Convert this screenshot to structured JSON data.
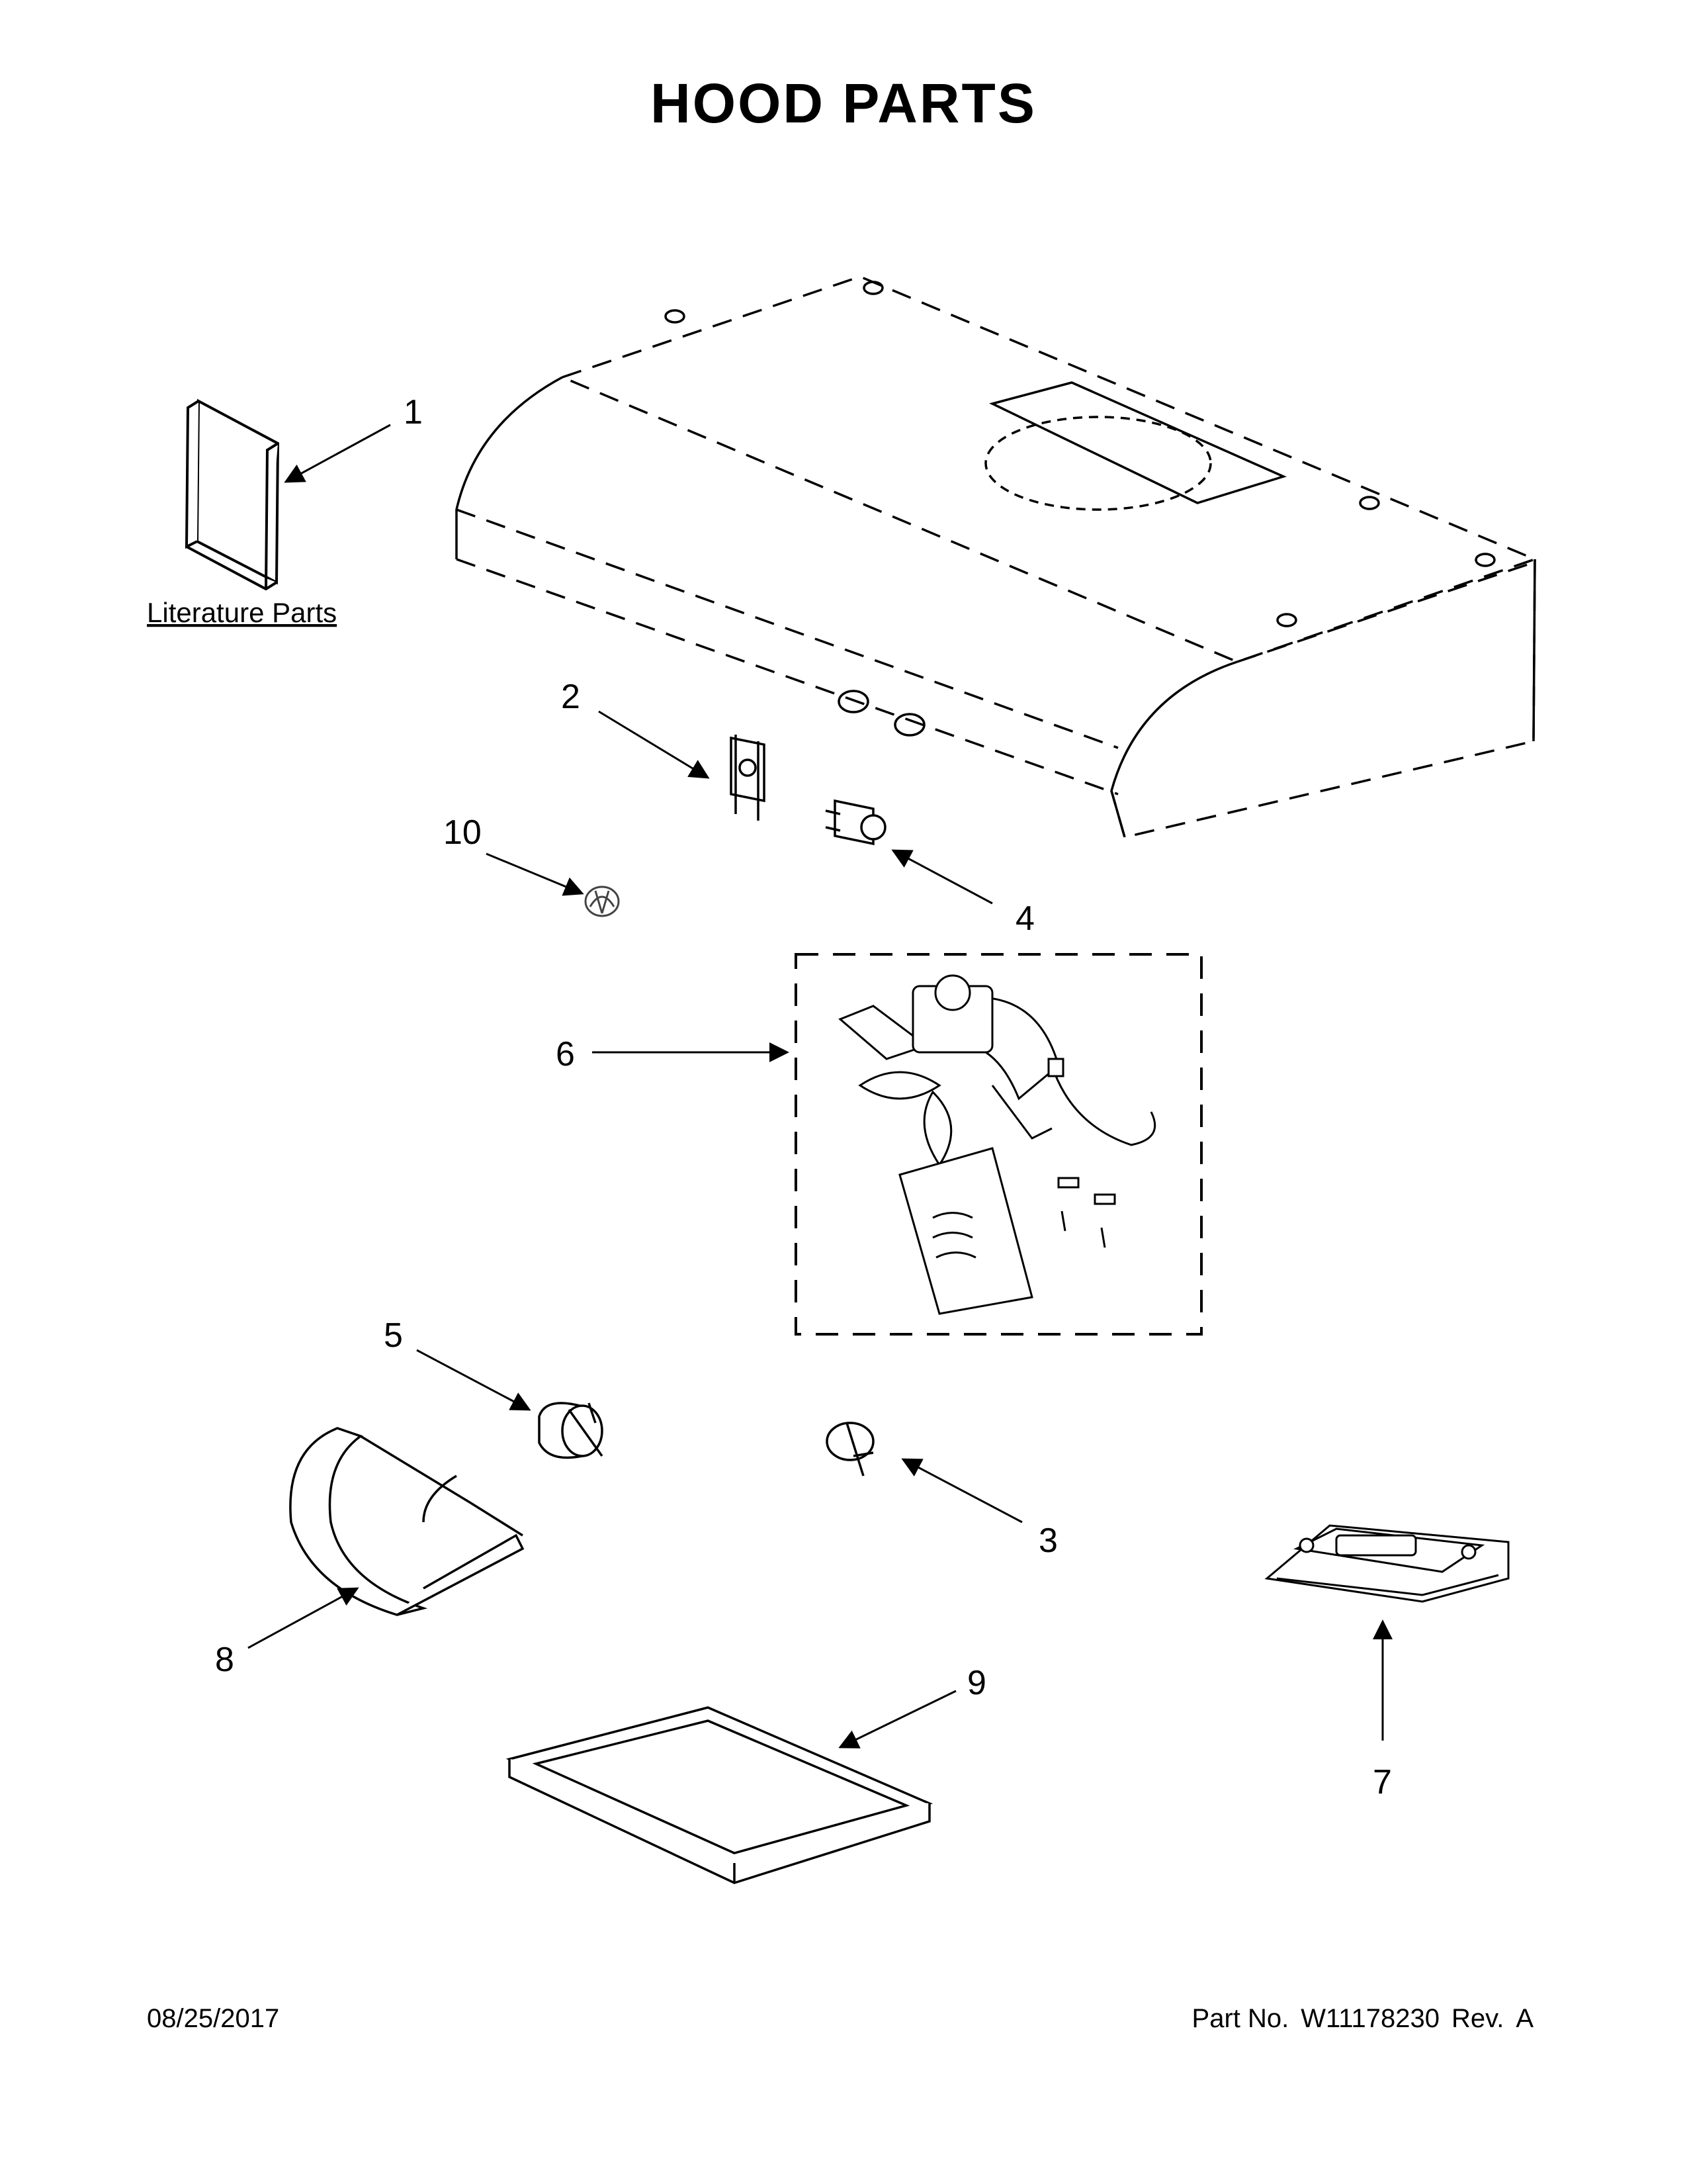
{
  "title": "HOOD PARTS",
  "literature_label": "Literature Parts",
  "footer": {
    "date": "08/25/2017",
    "part_no_label": "Part No.",
    "part_no": "W11178230",
    "rev_label": "Rev.",
    "rev": "A"
  },
  "callouts": [
    "1",
    "2",
    "3",
    "4",
    "5",
    "6",
    "7",
    "8",
    "9",
    "10"
  ]
}
